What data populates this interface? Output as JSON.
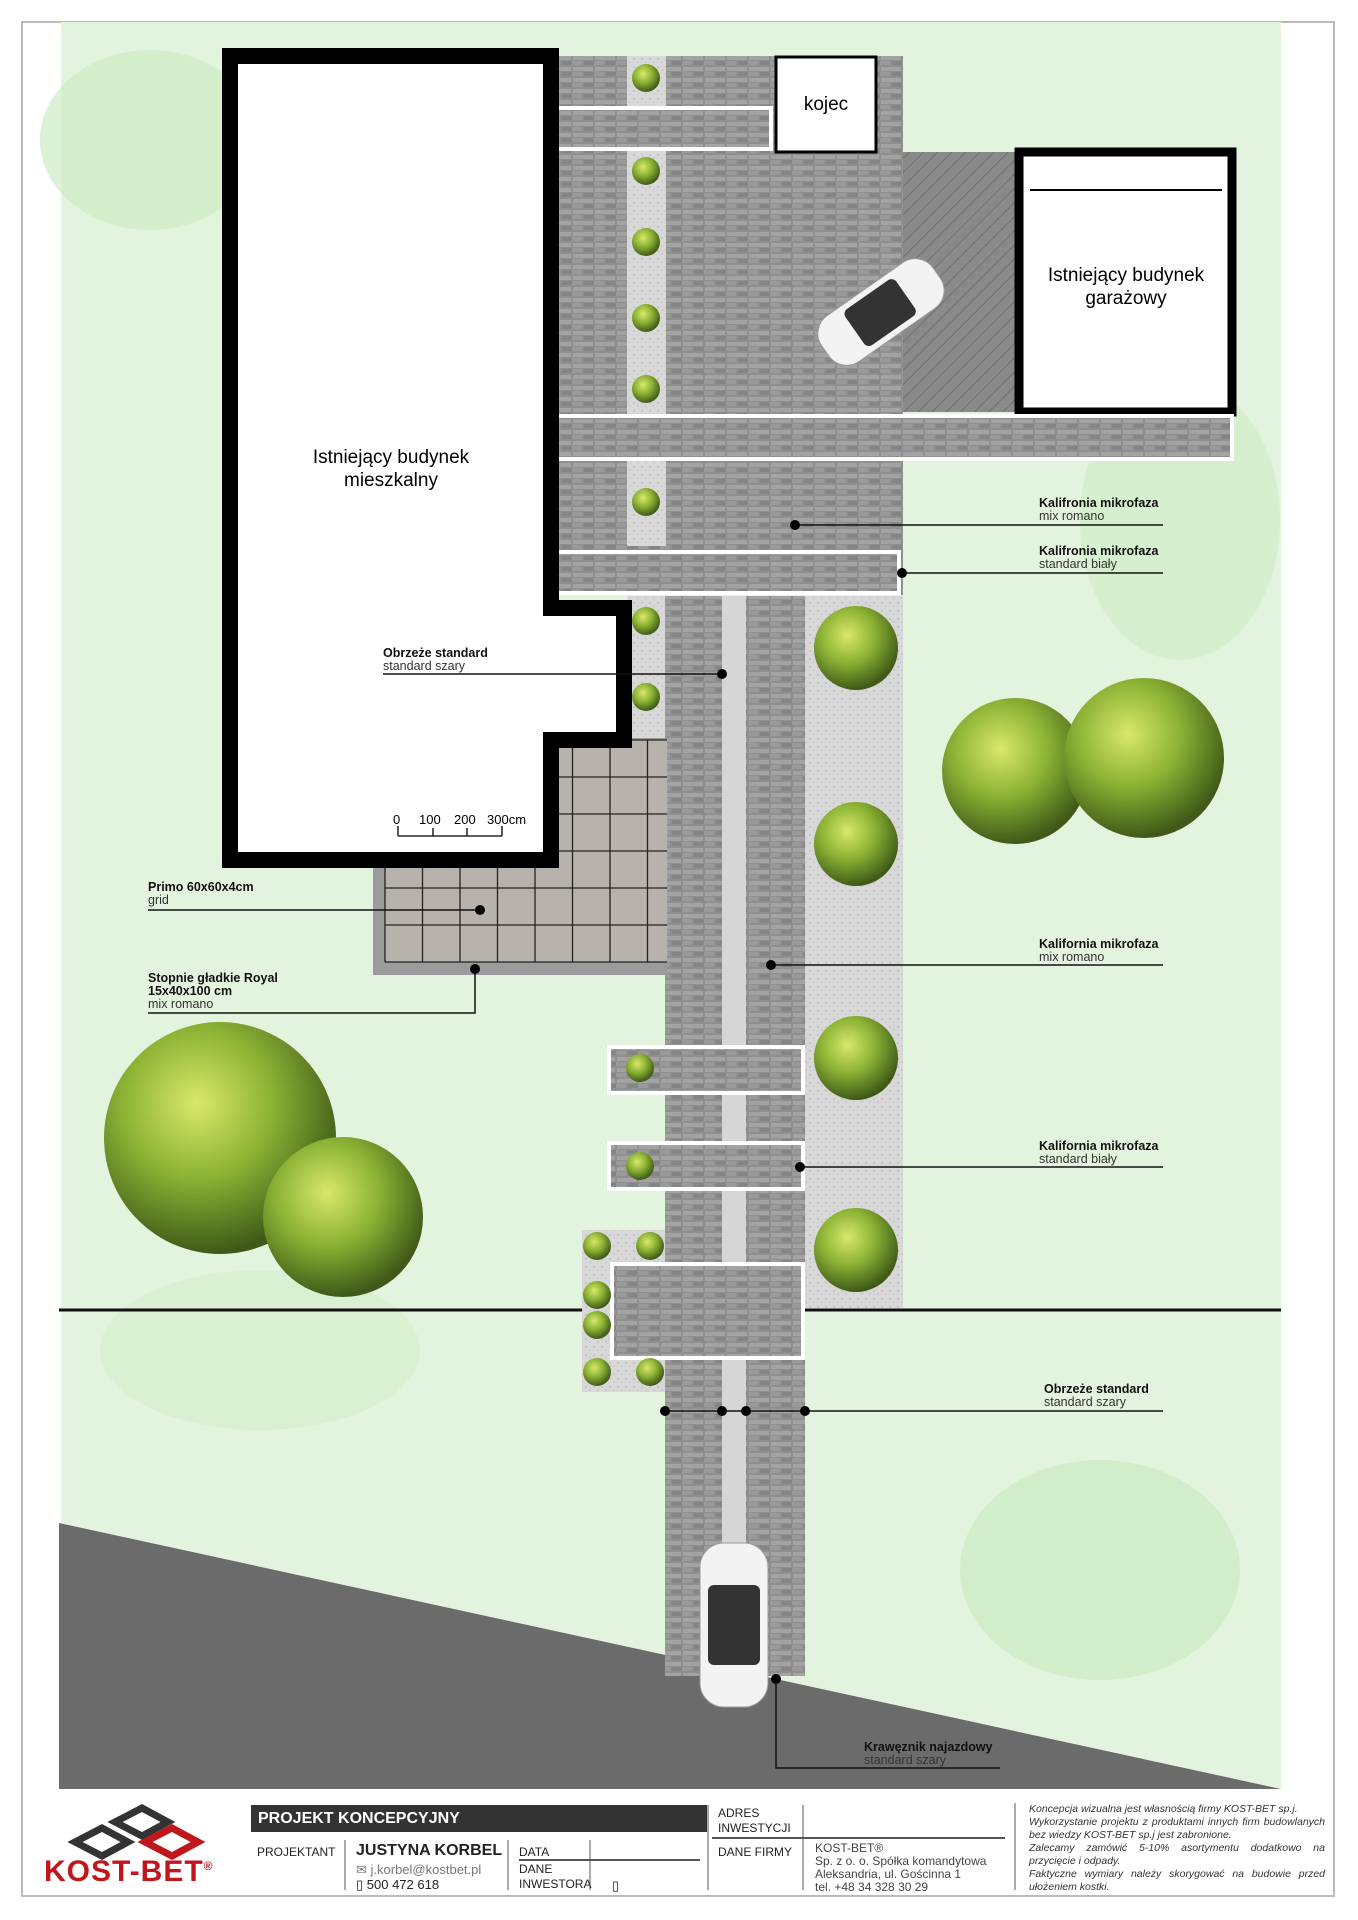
{
  "plan": {
    "house_label": [
      "Istniejący budynek",
      "mieszkalny"
    ],
    "garage_label": [
      "Istniejący budynek",
      "garażowy"
    ],
    "kennel_label": "kojec",
    "scale": {
      "ticks": [
        "0",
        "100",
        "200",
        "300cm"
      ]
    }
  },
  "labels": [
    {
      "title": "Kalifronia mikrofaza",
      "sub": "mix romano"
    },
    {
      "title": "Kalifronia mikrofaza",
      "sub": "standard biały"
    },
    {
      "title": "Obrzeże standard",
      "sub": "standard szary"
    },
    {
      "title": "Primo 60x60x4cm",
      "sub": "grid"
    },
    {
      "title": "Stopnie gładkie Royal",
      "title2": "15x40x100 cm",
      "sub": "mix romano"
    },
    {
      "title": "Kalifornia mikrofaza",
      "sub": "mix romano"
    },
    {
      "title": "Kalifornia mikrofaza",
      "sub": "standard biały"
    },
    {
      "title": "Obrzeże standard",
      "sub": "standard szary"
    },
    {
      "title": "Krawęznik najazdowy",
      "sub": "standard szary"
    }
  ],
  "titleblock": {
    "brand": "KOST-BET",
    "reg": "®",
    "project_type": "PROJEKT KONCEPCYJNY",
    "designer_label": "PROJEKTANT",
    "designer_name": "JUSTYNA KORBEL",
    "designer_email": "j.korbel@kostbet.pl",
    "designer_phone": "500 472 618",
    "date_label": "DATA",
    "investor_label": [
      "DANE",
      "INWESTORA"
    ],
    "address_label": [
      "ADRES",
      "INWESTYCJI"
    ],
    "company_label": "DANE FIRMY",
    "company": [
      "KOST-BET®",
      "Sp. z o. o. Spółka komandytowa",
      "Aleksandria, ul. Gościnna 1",
      "tel. +48 34 328 30 29"
    ],
    "notes": [
      "Koncepcja wizualna jest własnością firmy KOST-BET sp.j.",
      "Wykorzystanie projektu z produktami innych firm budowlanych bez wiedzy KOST-BET sp.j jest zabronione.",
      "Zalecamy zamówić 5-10% asortymentu dodatkowo na przycięcie i odpady.",
      "Faktyczne wymiary należy skorygować na budowie przed ułożeniem kostki."
    ]
  },
  "colors": {
    "grass": "#dff3da",
    "paver": "#8e8e8e",
    "road": "#6b6b6b",
    "brand": "#c0161c",
    "tree": "#7da62c"
  }
}
